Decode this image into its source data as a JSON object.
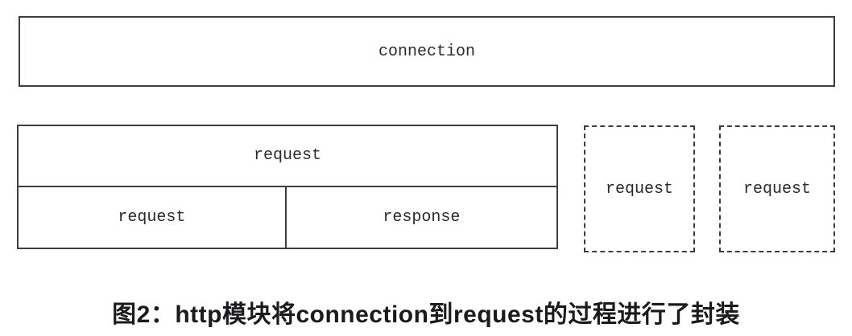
{
  "diagram": {
    "connection_box": {
      "label": "connection"
    },
    "request_group": {
      "top_label": "request",
      "bottom_left_label": "request",
      "bottom_right_label": "response"
    },
    "dashed_boxes": [
      {
        "label": "request"
      },
      {
        "label": "request"
      }
    ],
    "colors": {
      "border": "#3d3d3d",
      "text": "#2a2a2a",
      "caption": "#1b1b1d",
      "background": "#ffffff"
    }
  },
  "caption": {
    "text": "图2：http模块将connection到request的过程进行了封装"
  }
}
